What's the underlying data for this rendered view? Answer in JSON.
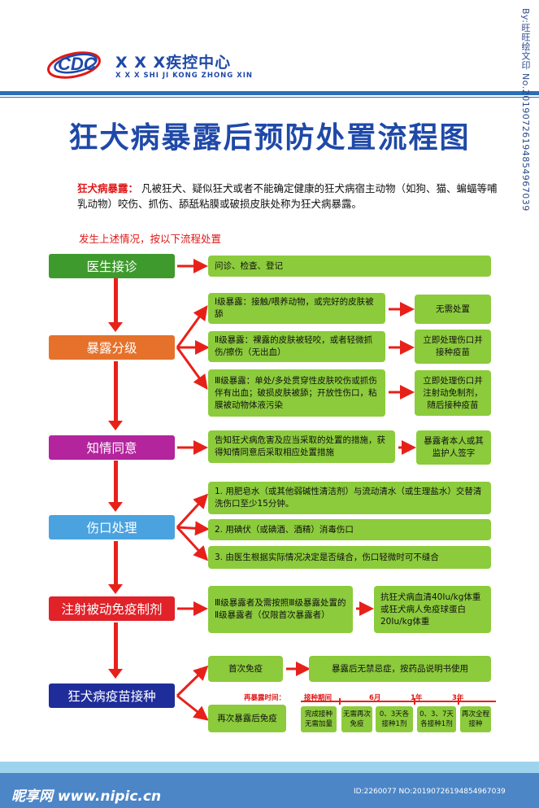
{
  "header": {
    "org_name": "X X X疾控中心",
    "org_pinyin": "X X X SHI JI KONG ZHONG XIN",
    "logo_text": "CDC"
  },
  "title": "狂犬病暴露后预防处置流程图",
  "definition": {
    "label": "狂犬病暴露：",
    "text": " 凡被狂犬、疑似狂犬或者不能确定健康的狂犬病宿主动物（如狗、猫、蝙蝠等哺乳动物）咬伤、抓伤、舔舐粘膜或破损皮肤处称为狂犬病暴露。"
  },
  "intro": "发生上述情况，按以下流程处置",
  "steps": [
    {
      "label": "医生接诊",
      "color": "#3f9a2e"
    },
    {
      "label": "暴露分级",
      "color": "#e5712b"
    },
    {
      "label": "知情同意",
      "color": "#b3249d"
    },
    {
      "label": "伤口处理",
      "color": "#4aa3df"
    },
    {
      "label": "注射被动免疫制剂",
      "color": "#e12229"
    },
    {
      "label": "狂犬病疫苗接种",
      "color": "#1f2d9a"
    }
  ],
  "boxes": {
    "inquiry": "问诊、检查、登记",
    "grade1": "Ⅰ级暴露：接触/喂养动物，或完好的皮肤被舔",
    "grade1_result": "无需处置",
    "grade2": "Ⅱ级暴露：裸露的皮肤被轻咬，或者轻微抓伤/擦伤（无出血）",
    "grade2_result": "立即处理伤口并接种疫苗",
    "grade3": "Ⅲ级暴露：单处/多处贯穿性皮肤咬伤或抓伤伴有出血；破损皮肤被舔；开放性伤口，粘膜被动物体液污染",
    "grade3_result": "立即处理伤口并注射动免制剂，随后接种疫苗",
    "consent": "告知狂犬病危害及应当采取的处置的措施，获得知情同意后采取相应处置措施",
    "consent_result": "暴露者本人或其监护人签字",
    "wound1": "1. 用肥皂水（或其他弱碱性清洁剂）与流动清水（或生理盐水）交替清洗伤口至少15分钟。",
    "wound2": "2. 用碘伏（或碘酒、酒精）消毒伤口",
    "wound3": "3. 由医生根据实际情况决定是否缝合，伤口轻微时可不缝合",
    "passive": "Ⅲ级暴露者及需按照Ⅲ级暴露处置的Ⅱ级暴露者（仅限首次暴露者）",
    "passive_result": "抗狂犬病血清40Iu/kg体重或狂犬病人免疫球蛋白20Iu/kg体重",
    "first_immune": "首次免疫",
    "first_immune_result": "暴露后无禁忌症，按药品说明书使用",
    "re_immune": "再次暴露后免疫"
  },
  "timeline": {
    "re_exposure_label": "再暴露时间：",
    "period_label": "接种期间",
    "marks": [
      "6月",
      "1年",
      "3年"
    ],
    "cells": [
      "完成接种无需加量",
      "无需再次免疫",
      "0、3天各接种1剂",
      "0、3、7天各接种1剂",
      "再次全程接种"
    ]
  },
  "footer": {
    "brand": "昵享网 www.nipic.cn",
    "id_text": "ID:2260077 NO:20190726194854967039",
    "side_text": "By:旺旺绘文印 No.20190726194854967039"
  },
  "colors": {
    "title_blue": "#1f49a8",
    "box_green": "#8ccb3c",
    "arrow_red": "#e8201a",
    "footer_blue": "#4c86c6"
  }
}
